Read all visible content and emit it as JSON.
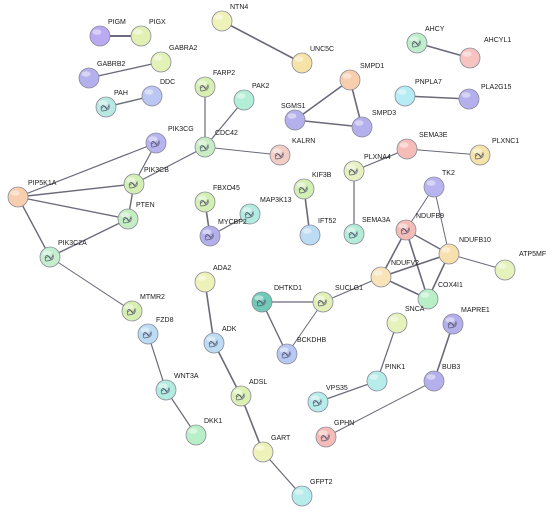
{
  "colors": {
    "edge": "#6a6a7a",
    "node_stroke": "#8a8a9a"
  },
  "nodes": [
    {
      "id": "PIGM",
      "label": "PIGM",
      "color": "#b9aaf2",
      "structure": false
    },
    {
      "id": "PIGX",
      "label": "PIGX",
      "color": "#e2f0b4",
      "structure": false
    },
    {
      "id": "NTN4",
      "label": "NTN4",
      "color": "#eff2b8",
      "structure": false
    },
    {
      "id": "UNC5C",
      "label": "UNC5C",
      "color": "#f5e3a8",
      "structure": false
    },
    {
      "id": "AHCY",
      "label": "AHCY",
      "color": "#bfeecb",
      "structure": true
    },
    {
      "id": "AHCYL1",
      "label": "AHCYL1",
      "color": "#f6c3c0",
      "structure": false
    },
    {
      "id": "GABRA2",
      "label": "GABRA2",
      "color": "#e3f2b6",
      "structure": false
    },
    {
      "id": "GABRB2",
      "label": "GABRB2",
      "color": "#b4b0ec",
      "structure": false
    },
    {
      "id": "FARP2",
      "label": "FARP2",
      "color": "#d8efb2",
      "structure": true
    },
    {
      "id": "SMPD1",
      "label": "SMPD1",
      "color": "#f8cfae",
      "structure": false
    },
    {
      "id": "DDC",
      "label": "DDC",
      "color": "#bcc6f2",
      "structure": false
    },
    {
      "id": "PAH",
      "label": "PAH",
      "color": "#b9e8e2",
      "structure": true
    },
    {
      "id": "PAK2",
      "label": "PAK2",
      "color": "#b2efd6",
      "structure": false
    },
    {
      "id": "SGMS1",
      "label": "SGMS1",
      "color": "#b4b0ec",
      "structure": false
    },
    {
      "id": "SMPD3",
      "label": "SMPD3",
      "color": "#b4b0ec",
      "structure": false
    },
    {
      "id": "PNPLA7",
      "label": "PNPLA7",
      "color": "#b6ecf4",
      "structure": false
    },
    {
      "id": "PLA2G15",
      "label": "PLA2G15",
      "color": "#b4b0ec",
      "structure": false
    },
    {
      "id": "PIK3CG",
      "label": "PIK3CG",
      "color": "#b8b4f0",
      "structure": true
    },
    {
      "id": "CDC42",
      "label": "CDC42",
      "color": "#c8edc2",
      "structure": true
    },
    {
      "id": "KALRN",
      "label": "KALRN",
      "color": "#f2cec4",
      "structure": true
    },
    {
      "id": "SEMA3E",
      "label": "SEMA3E",
      "color": "#f6bdb8",
      "structure": false
    },
    {
      "id": "PLXNC1",
      "label": "PLXNC1",
      "color": "#f5e3a8",
      "structure": true
    },
    {
      "id": "PIK3CB",
      "label": "PIK3CB",
      "color": "#d4efb4",
      "structure": true
    },
    {
      "id": "PIP5K1A",
      "label": "PIP5K1A",
      "color": "#f8cfae",
      "structure": false
    },
    {
      "id": "PLXNA4",
      "label": "PLXNA4",
      "color": "#e6f0c0",
      "structure": true
    },
    {
      "id": "KIF3B",
      "label": "KIF3B",
      "color": "#d4efb4",
      "structure": true
    },
    {
      "id": "TK2",
      "label": "TK2",
      "color": "#b8b4f0",
      "structure": false
    },
    {
      "id": "FBXO45",
      "label": "FBXO45",
      "color": "#d4efb4",
      "structure": true
    },
    {
      "id": "MAP3K13",
      "label": "MAP3K13",
      "color": "#b2ece0",
      "structure": true
    },
    {
      "id": "MYCBP2",
      "label": "MYCBP2",
      "color": "#b4b0ec",
      "structure": true
    },
    {
      "id": "PTEN",
      "label": "PTEN",
      "color": "#c4eec2",
      "structure": true
    },
    {
      "id": "IFT52",
      "label": "IFT52",
      "color": "#bcdcf4",
      "structure": false
    },
    {
      "id": "SEMA3A",
      "label": "SEMA3A",
      "color": "#b4ecd8",
      "structure": true
    },
    {
      "id": "NDUFB9",
      "label": "NDUFB9",
      "color": "#f6bdb8",
      "structure": true
    },
    {
      "id": "NDUFB10",
      "label": "NDUFB10",
      "color": "#f8e0ae",
      "structure": false
    },
    {
      "id": "PIK3C2A",
      "label": "PIK3C2A",
      "color": "#c4eece",
      "structure": true
    },
    {
      "id": "NDUFV2",
      "label": "NDUFV2",
      "color": "#f8e4b8",
      "structure": false
    },
    {
      "id": "ATP5MF",
      "label": "ATP5MF",
      "color": "#e6f2bc",
      "structure": false
    },
    {
      "id": "COX4I1",
      "label": "COX4I1",
      "color": "#b8efc6",
      "structure": false
    },
    {
      "id": "ADA2",
      "label": "ADA2",
      "color": "#eff2b8",
      "structure": false
    },
    {
      "id": "DHTKD1",
      "label": "DHTKD1",
      "color": "#6fcab8",
      "structure": true
    },
    {
      "id": "SUCLG1",
      "label": "SUCLG1",
      "color": "#e2f0b8",
      "structure": true
    },
    {
      "id": "MTMR2",
      "label": "MTMR2",
      "color": "#d8efb2",
      "structure": true
    },
    {
      "id": "FZD8",
      "label": "FZD8",
      "color": "#bcdcf4",
      "structure": true
    },
    {
      "id": "MAPRE1",
      "label": "MAPRE1",
      "color": "#b4b0ec",
      "structure": true
    },
    {
      "id": "SNCA",
      "label": "SNCA",
      "color": "#e6f2bc",
      "structure": false
    },
    {
      "id": "BCKDHB",
      "label": "BCKDHB",
      "color": "#b8c8f2",
      "structure": true
    },
    {
      "id": "ADK",
      "label": "ADK",
      "color": "#bcdcf4",
      "structure": true
    },
    {
      "id": "BUB3",
      "label": "BUB3",
      "color": "#b4b0ec",
      "structure": false
    },
    {
      "id": "PINK1",
      "label": "PINK1",
      "color": "#b6ecea",
      "structure": false
    },
    {
      "id": "WNT3A",
      "label": "WNT3A",
      "color": "#b2ece0",
      "structure": true
    },
    {
      "id": "ADSL",
      "label": "ADSL",
      "color": "#dcf0b4",
      "structure": true
    },
    {
      "id": "VPS35",
      "label": "VPS35",
      "color": "#b6ecea",
      "structure": true
    },
    {
      "id": "DKK1",
      "label": "DKK1",
      "color": "#b8efc6",
      "structure": false
    },
    {
      "id": "GPHN",
      "label": "GPHN",
      "color": "#f6bdb8",
      "structure": true
    },
    {
      "id": "GART",
      "label": "GART",
      "color": "#eff2b8",
      "structure": false
    },
    {
      "id": "GFPT2",
      "label": "GFPT2",
      "color": "#b6ecea",
      "structure": false
    }
  ],
  "edges": [
    [
      "PIGM",
      "PIGX",
      2.0
    ],
    [
      "NTN4",
      "UNC5C",
      1.6
    ],
    [
      "AHCY",
      "AHCYL1",
      1.6
    ],
    [
      "GABRB2",
      "GABRA2",
      1.4
    ],
    [
      "PAH",
      "DDC",
      1.4
    ],
    [
      "SMPD1",
      "SGMS1",
      1.6
    ],
    [
      "SMPD1",
      "SMPD3",
      1.6
    ],
    [
      "SGMS1",
      "SMPD3",
      1.6
    ],
    [
      "PNPLA7",
      "PLA2G15",
      1.6
    ],
    [
      "FARP2",
      "CDC42",
      1.2
    ],
    [
      "PAK2",
      "CDC42",
      1.2
    ],
    [
      "CDC42",
      "KALRN",
      1.0
    ],
    [
      "CDC42",
      "PIK3CB",
      1.2
    ],
    [
      "PIK3CG",
      "PIK3CB",
      1.2
    ],
    [
      "PIK3CG",
      "PIP5K1A",
      1.2
    ],
    [
      "PIP5K1A",
      "PIK3CB",
      1.4
    ],
    [
      "PIP5K1A",
      "PTEN",
      1.4
    ],
    [
      "PIP5K1A",
      "PIK3C2A",
      1.4
    ],
    [
      "PIK3CB",
      "PTEN",
      1.4
    ],
    [
      "PTEN",
      "PIK3C2A",
      1.4
    ],
    [
      "PIK3C2A",
      "MTMR2",
      1.0
    ],
    [
      "SEMA3E",
      "PLXNC1",
      1.0
    ],
    [
      "SEMA3E",
      "PLXNA4",
      1.2
    ],
    [
      "PLXNA4",
      "SEMA3A",
      1.2
    ],
    [
      "KIF3B",
      "IFT52",
      1.6
    ],
    [
      "FBXO45",
      "MYCBP2",
      1.6
    ],
    [
      "MAP3K13",
      "MYCBP2",
      1.2
    ],
    [
      "TK2",
      "NDUFB9",
      1.0
    ],
    [
      "TK2",
      "NDUFB10",
      1.0
    ],
    [
      "NDUFB9",
      "NDUFB10",
      1.4
    ],
    [
      "NDUFB9",
      "NDUFV2",
      1.6
    ],
    [
      "NDUFB9",
      "COX4I1",
      1.6
    ],
    [
      "NDUFB10",
      "NDUFV2",
      1.6
    ],
    [
      "NDUFB10",
      "COX4I1",
      1.6
    ],
    [
      "NDUFB10",
      "ATP5MF",
      1.0
    ],
    [
      "NDUFV2",
      "COX4I1",
      1.6
    ],
    [
      "NDUFV2",
      "SUCLG1",
      1.2
    ],
    [
      "DHTKD1",
      "SUCLG1",
      1.2
    ],
    [
      "DHTKD1",
      "BCKDHB",
      1.4
    ],
    [
      "SUCLG1",
      "BCKDHB",
      1.0
    ],
    [
      "ADA2",
      "ADK",
      1.6
    ],
    [
      "ADK",
      "ADSL",
      1.6
    ],
    [
      "ADSL",
      "GART",
      1.6
    ],
    [
      "GART",
      "GFPT2",
      1.2
    ],
    [
      "FZD8",
      "WNT3A",
      1.2
    ],
    [
      "WNT3A",
      "DKK1",
      1.2
    ],
    [
      "SNCA",
      "PINK1",
      1.2
    ],
    [
      "PINK1",
      "VPS35",
      1.2
    ],
    [
      "MAPRE1",
      "BUB3",
      1.6
    ],
    [
      "BUB3",
      "GPHN",
      1.0
    ]
  ]
}
